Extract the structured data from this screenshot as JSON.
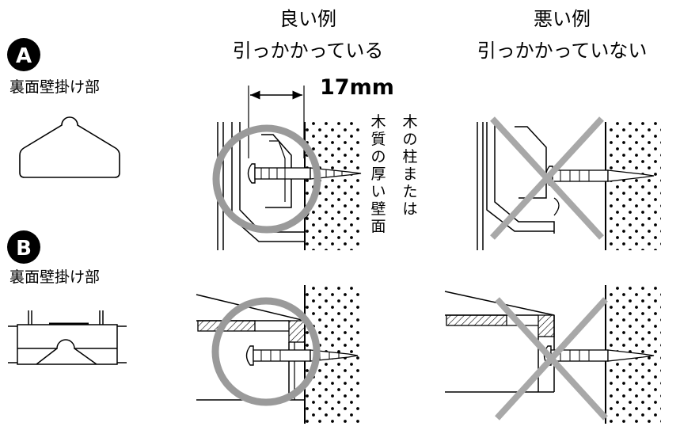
{
  "headings": {
    "good_line1": "良い例",
    "good_line2": "引っかかっている",
    "bad_line1": "悪い例",
    "bad_line2": "引っかかっていない"
  },
  "type_a": {
    "badge": "A",
    "label": "裏面壁掛け部"
  },
  "type_b": {
    "badge": "B",
    "label": "裏面壁掛け部"
  },
  "dimension": "17mm",
  "wall_note": "木の柱または木質の厚い壁面",
  "colors": {
    "line": "#000000",
    "highlight_circle": "#9a9a9a",
    "cross": "#a8a8a8"
  }
}
